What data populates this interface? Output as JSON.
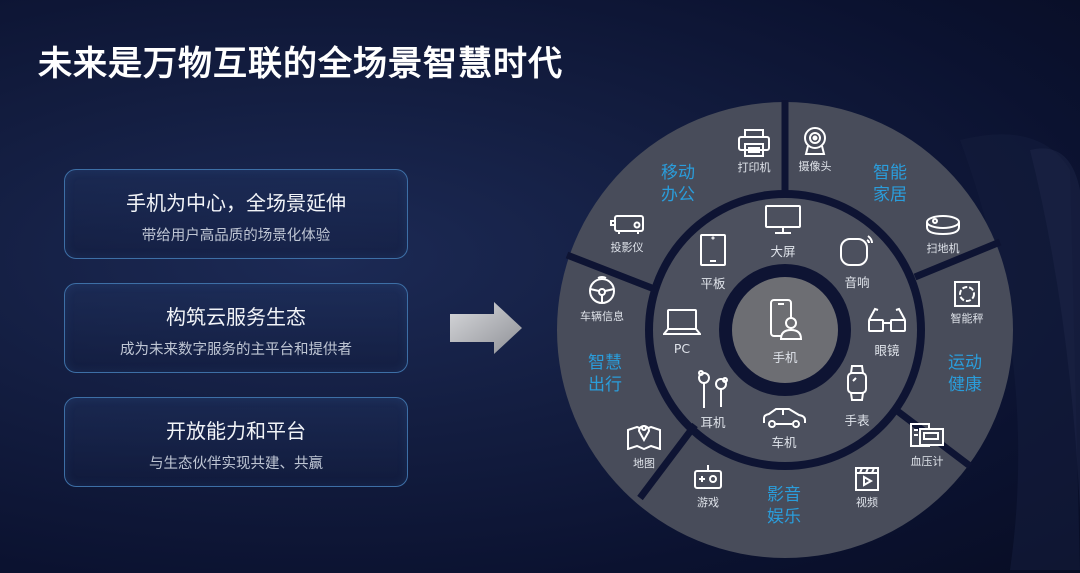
{
  "title": "未来是万物互联的全场景智慧时代",
  "cards": [
    {
      "heading": "手机为中心，全场景延伸",
      "sub": "带给用户高品质的场景化体验"
    },
    {
      "heading": "构筑云服务生态",
      "sub": "成为未来数字服务的主平台和提供者"
    },
    {
      "heading": "开放能力和平台",
      "sub": "与生态伙伴实现共建、共赢"
    }
  ],
  "wheel": {
    "center": {
      "label": "手机",
      "icon": "phone-user-icon"
    },
    "middle_ring": [
      {
        "label": "大屏",
        "icon": "monitor-icon"
      },
      {
        "label": "音响",
        "icon": "smart-speaker-icon"
      },
      {
        "label": "眼镜",
        "icon": "glasses-icon"
      },
      {
        "label": "手表",
        "icon": "watch-icon"
      },
      {
        "label": "车机",
        "icon": "car-icon"
      },
      {
        "label": "耳机",
        "icon": "earphones-icon"
      },
      {
        "label": "PC",
        "icon": "laptop-icon"
      },
      {
        "label": "平板",
        "icon": "tablet-icon"
      }
    ],
    "categories": [
      {
        "line1": "移动",
        "line2": "办公"
      },
      {
        "line1": "智能",
        "line2": "家居"
      },
      {
        "line1": "运动",
        "line2": "健康"
      },
      {
        "line1": "影音",
        "line2": "娱乐"
      },
      {
        "line1": "智慧",
        "line2": "出行"
      }
    ],
    "outer_ring": [
      {
        "label": "打印机",
        "icon": "printer-icon"
      },
      {
        "label": "摄像头",
        "icon": "webcam-icon"
      },
      {
        "label": "扫地机",
        "icon": "robot-vacuum-icon"
      },
      {
        "label": "智能秤",
        "icon": "smart-scale-icon"
      },
      {
        "label": "血压计",
        "icon": "blood-pressure-monitor-icon"
      },
      {
        "label": "视频",
        "icon": "video-clapper-icon"
      },
      {
        "label": "游戏",
        "icon": "gamepad-icon"
      },
      {
        "label": "地图",
        "icon": "map-pin-icon"
      },
      {
        "label": "车辆信息",
        "icon": "steering-wheel-icon"
      },
      {
        "label": "投影仪",
        "icon": "projector-icon"
      }
    ]
  },
  "colors": {
    "accent": "#2a9ddb",
    "ring": "#4a4e5c",
    "center": "#6c6d72",
    "gap": "#0c1230"
  }
}
